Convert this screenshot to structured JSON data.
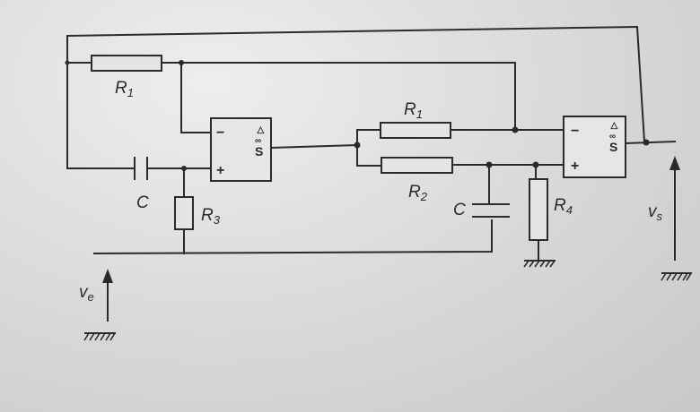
{
  "diagram": {
    "labels": {
      "r1_left": {
        "main": "R",
        "sub": "1"
      },
      "c_left": "C",
      "r3": {
        "main": "R",
        "sub": "3"
      },
      "r1_right": {
        "main": "R",
        "sub": "1"
      },
      "r2": {
        "main": "R",
        "sub": "2"
      },
      "c_right": "C",
      "r4": {
        "main": "R",
        "sub": "4"
      },
      "ve": {
        "main": "v",
        "sub": "e"
      },
      "vs": {
        "main": "v",
        "sub": "s"
      }
    },
    "amplifiers": [
      {
        "minus": "−",
        "plus": "+",
        "output": "S",
        "triangle": "▷",
        "infinity": "∞"
      },
      {
        "minus": "−",
        "plus": "+",
        "output": "S",
        "triangle": "▷",
        "infinity": "∞"
      }
    ]
  }
}
